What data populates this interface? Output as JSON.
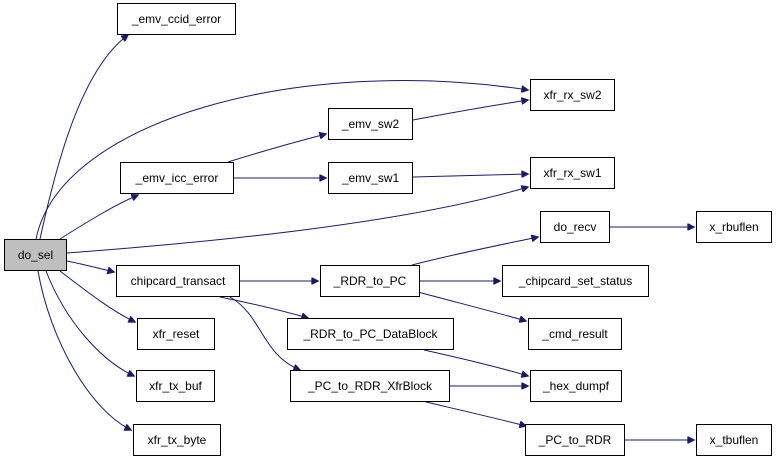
{
  "diagram": {
    "root": "do_sel",
    "nodes": {
      "do_sel": "do_sel",
      "emv_ccid_error": "_emv_ccid_error",
      "xfr_rx_sw2": "xfr_rx_sw2",
      "emv_sw2": "_emv_sw2",
      "emv_icc_error": "_emv_icc_error",
      "emv_sw1": "_emv_sw1",
      "xfr_rx_sw1": "xfr_rx_sw1",
      "do_recv": "do_recv",
      "x_rbuflen": "x_rbuflen",
      "chipcard_transact": "chipcard_transact",
      "rdr_to_pc": "_RDR_to_PC",
      "chipcard_set_status": "_chipcard_set_status",
      "xfr_reset": "xfr_reset",
      "rdr_to_pc_datablock": "_RDR_to_PC_DataBlock",
      "cmd_result": "_cmd_result",
      "xfr_tx_buf": "xfr_tx_buf",
      "pc_to_rdr_xfrblock": "_PC_to_RDR_XfrBlock",
      "hex_dumpf": "_hex_dumpf",
      "xfr_tx_byte": "xfr_tx_byte",
      "pc_to_rdr": "_PC_to_RDR",
      "x_tbuflen": "x_tbuflen"
    },
    "edges": [
      [
        "do_sel",
        "emv_ccid_error"
      ],
      [
        "do_sel",
        "xfr_rx_sw2"
      ],
      [
        "do_sel",
        "emv_icc_error"
      ],
      [
        "do_sel",
        "xfr_rx_sw1"
      ],
      [
        "do_sel",
        "chipcard_transact"
      ],
      [
        "do_sel",
        "xfr_reset"
      ],
      [
        "do_sel",
        "xfr_tx_buf"
      ],
      [
        "do_sel",
        "xfr_tx_byte"
      ],
      [
        "emv_icc_error",
        "emv_sw2"
      ],
      [
        "emv_icc_error",
        "emv_sw1"
      ],
      [
        "emv_sw2",
        "xfr_rx_sw2"
      ],
      [
        "emv_sw1",
        "xfr_rx_sw1"
      ],
      [
        "chipcard_transact",
        "rdr_to_pc"
      ],
      [
        "chipcard_transact",
        "rdr_to_pc_datablock"
      ],
      [
        "chipcard_transact",
        "pc_to_rdr_xfrblock"
      ],
      [
        "rdr_to_pc",
        "do_recv"
      ],
      [
        "rdr_to_pc",
        "chipcard_set_status"
      ],
      [
        "rdr_to_pc",
        "cmd_result"
      ],
      [
        "do_recv",
        "x_rbuflen"
      ],
      [
        "rdr_to_pc_datablock",
        "hex_dumpf"
      ],
      [
        "pc_to_rdr_xfrblock",
        "hex_dumpf"
      ],
      [
        "pc_to_rdr_xfrblock",
        "pc_to_rdr"
      ],
      [
        "pc_to_rdr",
        "x_tbuflen"
      ]
    ],
    "colors": {
      "edge": "#191970",
      "root_fill": "#bfbfbf",
      "node_fill": "#ffffff",
      "node_border": "#000000"
    }
  }
}
